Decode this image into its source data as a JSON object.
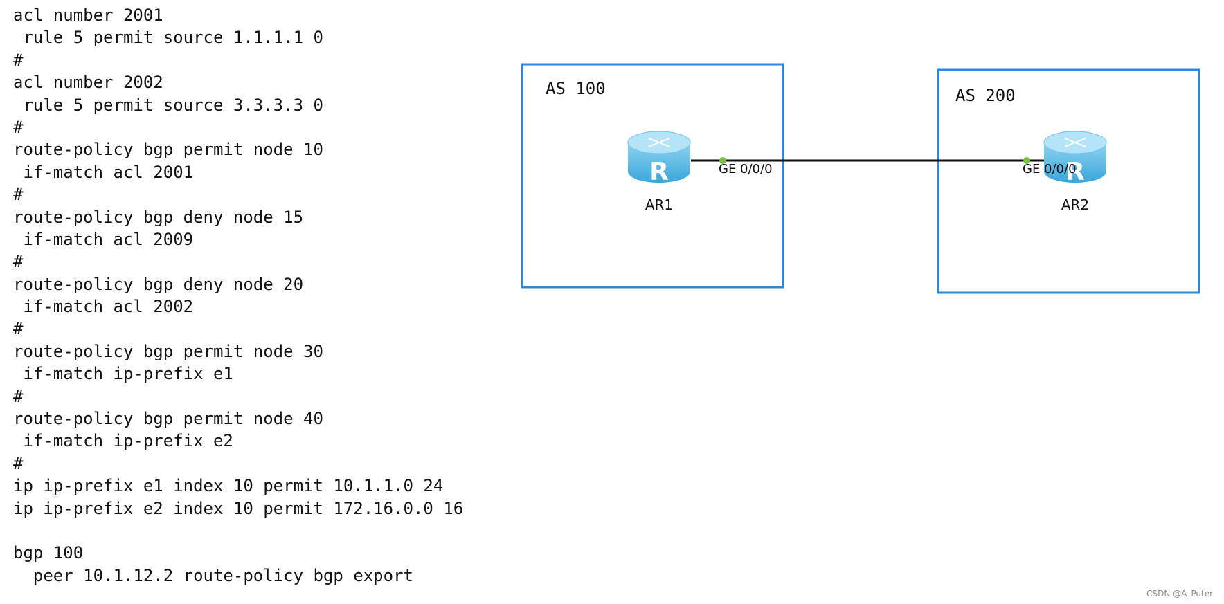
{
  "config_lines": [
    "acl number 2001",
    " rule 5 permit source 1.1.1.1 0",
    "#",
    "acl number 2002",
    " rule 5 permit source 3.3.3.3 0",
    "#",
    "route-policy bgp permit node 10",
    " if-match acl 2001",
    "#",
    "route-policy bgp deny node 15",
    " if-match acl 2009",
    "#",
    "route-policy bgp deny node 20",
    " if-match acl 2002",
    "#",
    "route-policy bgp permit node 30",
    " if-match ip-prefix e1",
    "#",
    "route-policy bgp permit node 40",
    " if-match ip-prefix e2",
    "#",
    "ip ip-prefix e1 index 10 permit 10.1.1.0 24",
    "ip ip-prefix e2 index 10 permit 172.16.0.0 16",
    "",
    "bgp 100",
    "  peer 10.1.12.2 route-policy bgp export"
  ],
  "topology": {
    "as_boxes": [
      {
        "label": "AS 100"
      },
      {
        "label": "AS 200"
      }
    ],
    "routers": [
      {
        "name": "AR1",
        "interface": "GE 0/0/0"
      },
      {
        "name": "AR2",
        "interface": "GE 0/0/0"
      }
    ],
    "colors": {
      "box_border": "#2e86de",
      "router_body": "#6cc3ec",
      "router_top": "#a8def5",
      "link": "#111111",
      "port_dot": "#7ac143"
    }
  },
  "watermark": "CSDN @A_Puter"
}
